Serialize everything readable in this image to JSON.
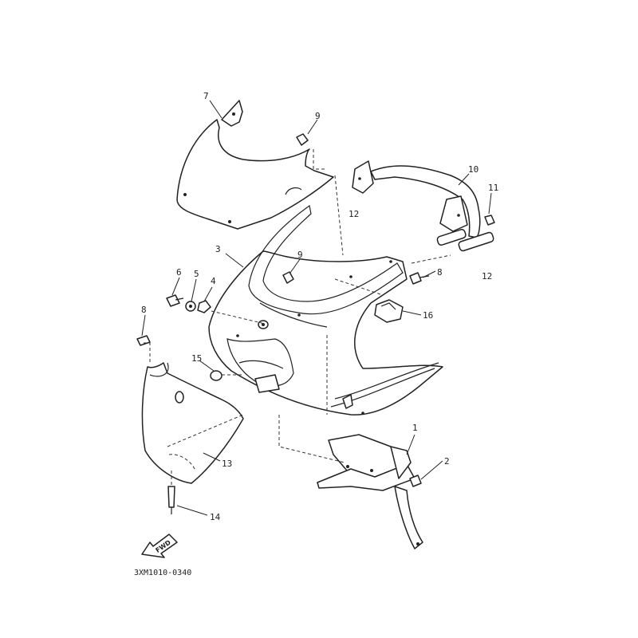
{
  "callouts": {
    "p1": "1",
    "p2": "2",
    "p3": "3",
    "p4": "4",
    "p5": "5",
    "p6": "6",
    "p7": "7",
    "p8a": "8",
    "p8b": "8",
    "p9a": "9",
    "p9b": "9",
    "p10": "10",
    "p11": "11",
    "p12a": "12",
    "p12b": "12",
    "p13": "13",
    "p14": "14",
    "p15": "15",
    "p16": "16"
  },
  "fwd_label": "FWD",
  "reference_code": "3XM1010-0340"
}
